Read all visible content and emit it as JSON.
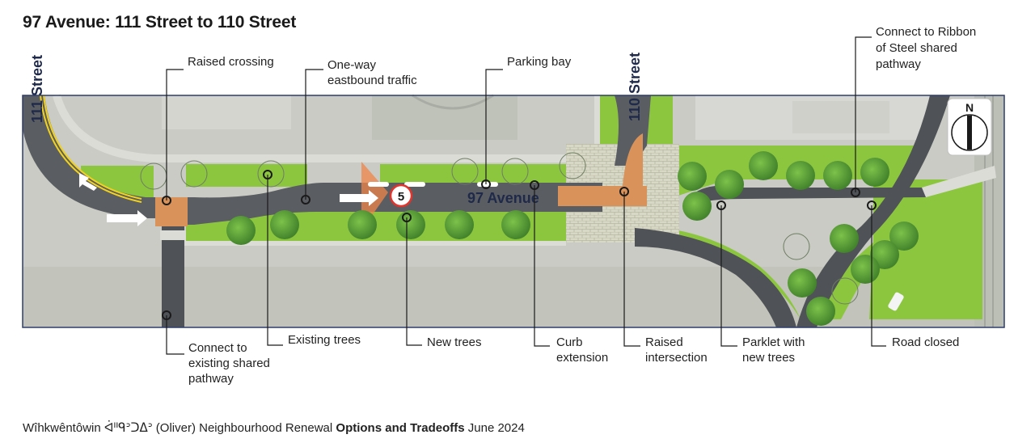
{
  "title": "97 Avenue: 111 Street to 110 Street",
  "streets": {
    "west": "111 Street",
    "east": "110 Street",
    "main": "97 Avenue"
  },
  "marker_number": "5",
  "compass_letter": "N",
  "callouts_top": {
    "raised_crossing": "Raised crossing",
    "one_way_1": "One-way",
    "one_way_2": "eastbound traffic",
    "parking_bay": "Parking bay",
    "ribbon_1": "Connect to Ribbon",
    "ribbon_2": "of Steel shared",
    "ribbon_3": "pathway"
  },
  "callouts_bottom": {
    "connect_1": "Connect to",
    "connect_2": "existing shared",
    "connect_3": "pathway",
    "existing_trees": "Existing trees",
    "new_trees": "New trees",
    "curb_1": "Curb",
    "curb_2": "extension",
    "raised_1": "Raised",
    "raised_2": "intersection",
    "parklet_1": "Parklet with",
    "parklet_2": "new trees",
    "road_closed": "Road closed"
  },
  "footer": {
    "prefix": "Wîhkwêntôwin ᐋᐦᑫᐣᑐᐃᐣ (Oliver) Neighbourhood Renewal",
    "bold": "Options and Tradeoffs",
    "date": "June 2024"
  },
  "colors": {
    "road": "#5a5d61",
    "grass": "#8cc63f",
    "pavement_orange": "#d9925a",
    "aerial": "#c9cbc4",
    "frame": "#2f3d6b",
    "leader": "#1a1a1a"
  }
}
